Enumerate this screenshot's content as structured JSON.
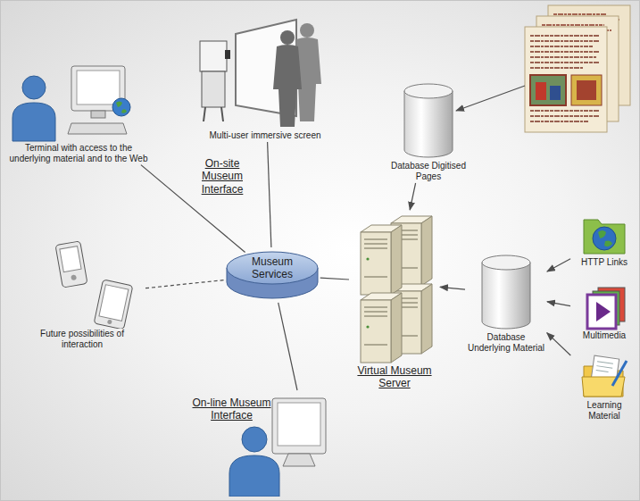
{
  "diagram": {
    "nodes": [
      {
        "text": [
          "Multi-user immersive screen"
        ]
      },
      {
        "text": [
          "Database Digitised Pages"
        ]
      },
      {
        "text": [
          "Terminal with access to the underlying material and to the Web"
        ]
      },
      {
        "text": [
          "Museum Services"
        ]
      },
      {
        "text": [
          "HTTP Links"
        ]
      },
      {
        "text": [
          "Database Underlying Material"
        ]
      },
      {
        "text": [
          "Virtual Museum Server"
        ]
      },
      {
        "text": [
          "Multimedia"
        ]
      },
      {
        "text": [
          "Future possibilities of interaction"
        ]
      },
      {
        "text": [
          "Learning Material"
        ]
      },
      {
        "text": [
          "On-line Museum Interface"
        ]
      }
    ],
    "edges": [
      {
        "from": 3,
        "to": 0,
        "arrow": "none"
      },
      {
        "from": 2,
        "to": 3,
        "arrow": "none"
      },
      {
        "from": 8,
        "to": 3,
        "arrow": "none"
      },
      {
        "from": 10,
        "to": 3,
        "arrow": "none"
      },
      {
        "from": 3,
        "to": 6,
        "arrow": "none"
      },
      {
        "from": 1,
        "to": 6,
        "arrow": "to"
      },
      {
        "from": 5,
        "to": 6,
        "arrow": "to"
      },
      {
        "from": 4,
        "to": 5,
        "arrow": "to"
      },
      {
        "from": 7,
        "to": 5,
        "arrow": "to"
      },
      {
        "from": 9,
        "to": 5,
        "arrow": "to"
      }
    ],
    "labels": [
      "On-site Museum Interface"
    ]
  }
}
